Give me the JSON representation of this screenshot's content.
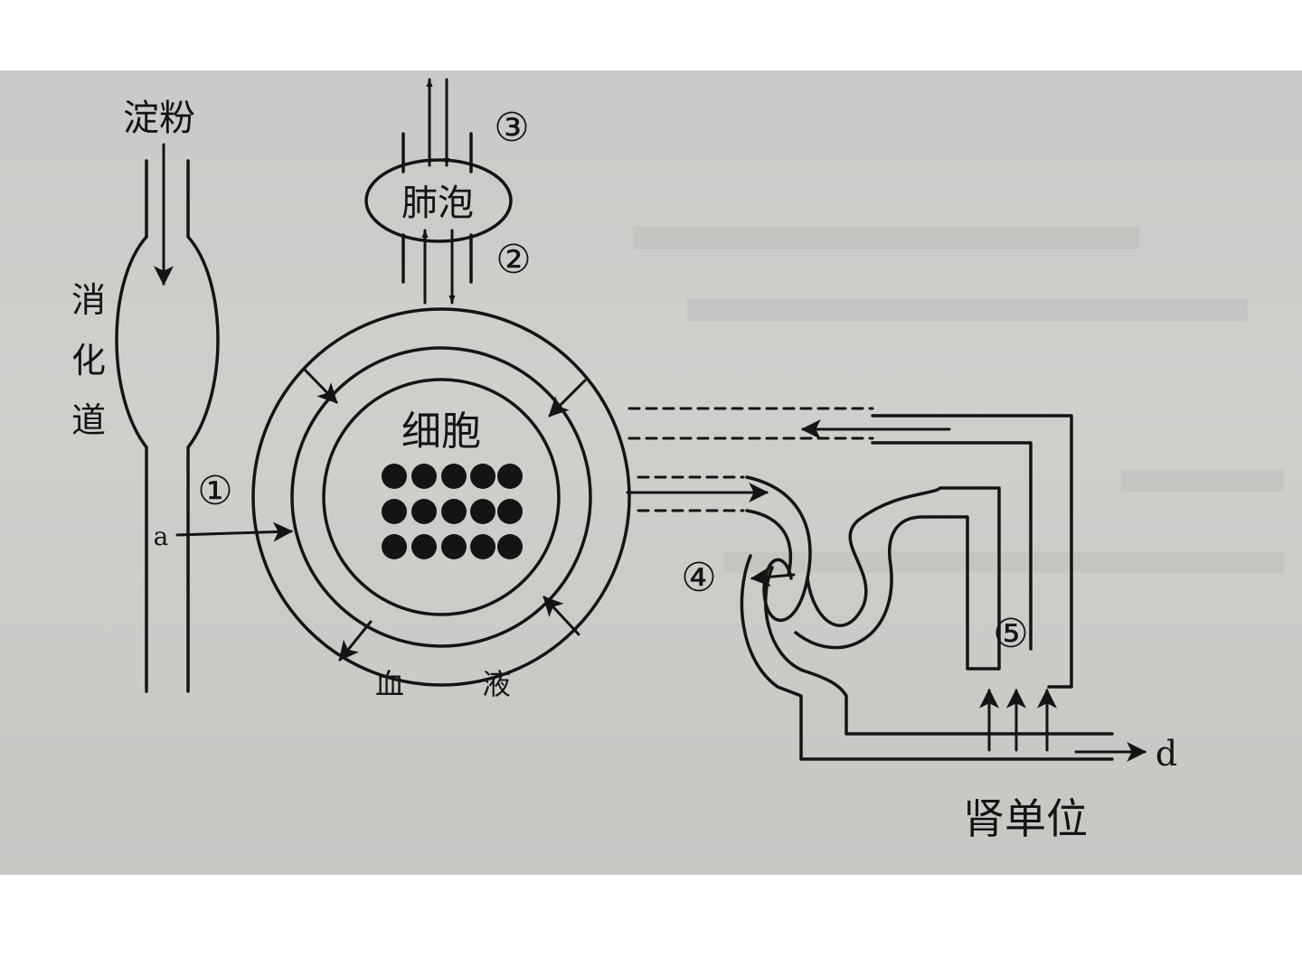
{
  "labels": {
    "starch": "淀粉",
    "digestive_tract": [
      "消",
      "化",
      "道"
    ],
    "alveoli": "肺泡",
    "cell": "细胞",
    "blood": [
      "血",
      "液"
    ],
    "nephron": "肾单位",
    "a": "a",
    "d": "d",
    "n1": "①",
    "n2": "②",
    "n3": "③",
    "n4": "④",
    "n5": "⑤"
  }
}
